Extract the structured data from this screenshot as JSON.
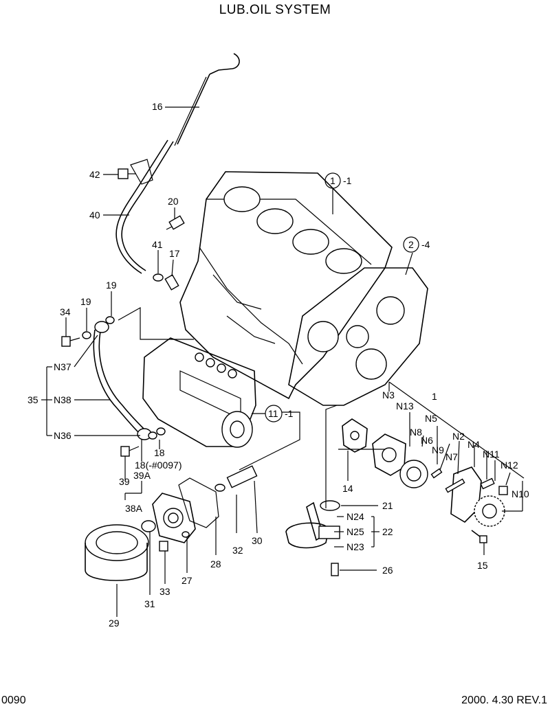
{
  "title": "LUB.OIL SYSTEM",
  "footer": {
    "page_code": "0090",
    "revision": "2000. 4.30 REV.1"
  },
  "callouts": {
    "c16": "16",
    "c42": "42",
    "c40": "40",
    "c20": "20",
    "c41": "41",
    "c17": "17",
    "c19a": "19",
    "c19b": "19",
    "c34": "34",
    "cN37": "N37",
    "c35": "35",
    "cN38": "N38",
    "cN36": "N36",
    "c18": "18",
    "c18b": "18(-#0097)",
    "c39": "39",
    "c39A": "39A",
    "c38A": "38A",
    "c1m1_num": "1",
    "c1m1_suf": "-1",
    "c2m4_num": "2",
    "c2m4_suf": "-4",
    "c11m1_num": "11",
    "c11m1_suf": "-1",
    "cN3": "N3",
    "c1": "1",
    "cN13": "N13",
    "cN5": "N5",
    "cN8": "N8",
    "cN6": "N6",
    "cN2": "N2",
    "cN4": "N4",
    "cN9": "N9",
    "cN7": "N7",
    "cN11": "N11",
    "cN12": "N12",
    "cN10": "N10",
    "c14": "14",
    "c15": "15",
    "c21": "21",
    "cN24": "N24",
    "cN25": "N25",
    "c22": "22",
    "cN23": "N23",
    "c26": "26",
    "c30": "30",
    "c32": "32",
    "c28": "28",
    "c27": "27",
    "c33": "33",
    "c31": "31",
    "c29": "29"
  }
}
